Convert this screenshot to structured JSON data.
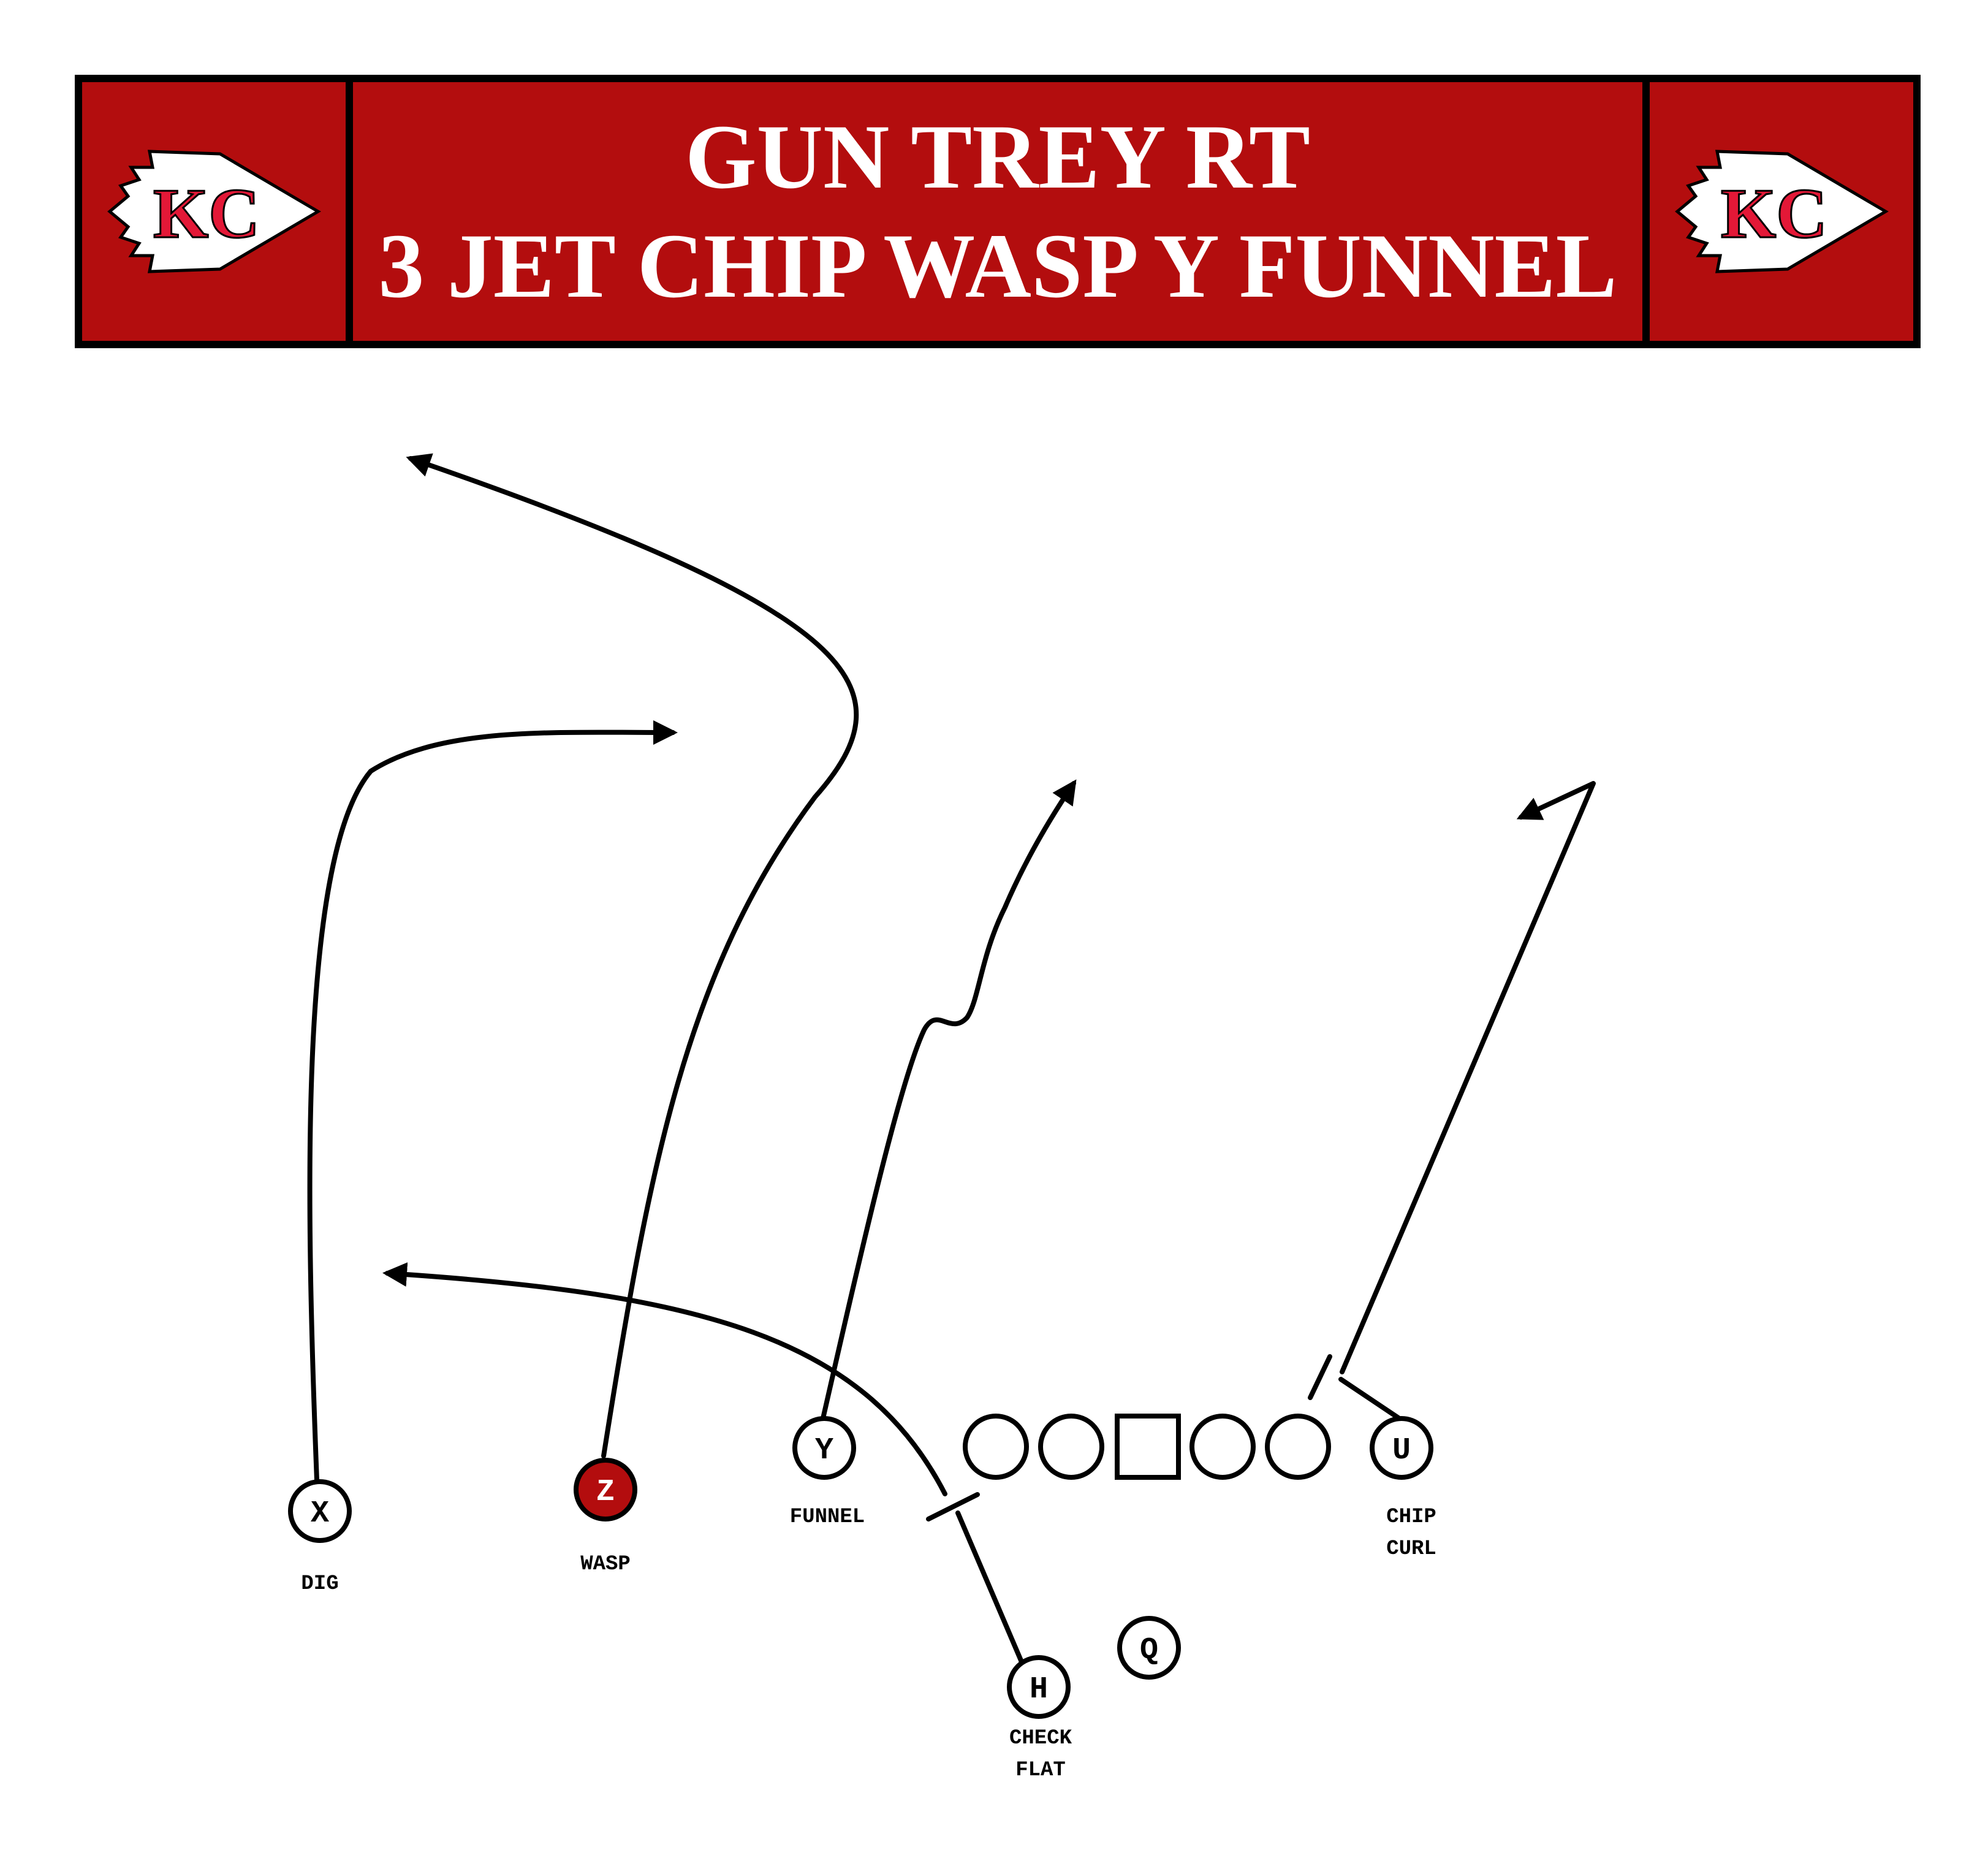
{
  "title": {
    "line1": "GUN TREY RT",
    "line2": "3 JET CHIP WASP Y FUNNEL"
  },
  "logos": {
    "left": {
      "icon": "kc-arrowhead-logo",
      "text": "KC"
    },
    "right": {
      "icon": "kc-arrowhead-logo",
      "text": "KC"
    }
  },
  "colors": {
    "banner": "#b30d0e",
    "highlight": "#b30d0e",
    "logo_red": "#e31837",
    "ink": "#000000"
  },
  "formation": {
    "linemen": [
      "line-circle",
      "line-circle",
      "center-square",
      "line-circle",
      "line-circle"
    ]
  },
  "players": [
    {
      "id": "x",
      "letter": "X",
      "route": [
        "DIG"
      ],
      "highlighted": false
    },
    {
      "id": "z",
      "letter": "Z",
      "route": [
        "WASP"
      ],
      "highlighted": true
    },
    {
      "id": "y",
      "letter": "Y",
      "route": [
        "FUNNEL"
      ],
      "highlighted": false
    },
    {
      "id": "u",
      "letter": "U",
      "route": [
        "CHIP",
        "CURL"
      ],
      "highlighted": false
    },
    {
      "id": "h",
      "letter": "H",
      "route": [
        "CHECK",
        "FLAT"
      ],
      "highlighted": false
    },
    {
      "id": "q",
      "letter": "Q",
      "route": [],
      "highlighted": false
    }
  ]
}
